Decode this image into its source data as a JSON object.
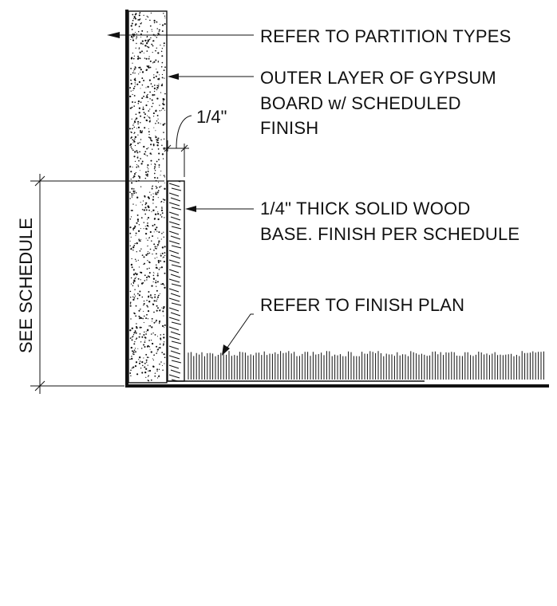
{
  "notes": {
    "partition": "REFER TO PARTITION TYPES",
    "gypsum_line1": "OUTER LAYER OF GYPSUM",
    "gypsum_line2": "BOARD  w/ SCHEDULED",
    "gypsum_line3": "FINISH",
    "base_line1": "1/4\" THICK SOLID WOOD",
    "base_line2": "BASE. FINISH PER SCHEDULE",
    "finish": "REFER TO FINISH PLAN"
  },
  "dimensions": {
    "base_thickness": "1/4\"",
    "base_height": "SEE SCHEDULE"
  }
}
